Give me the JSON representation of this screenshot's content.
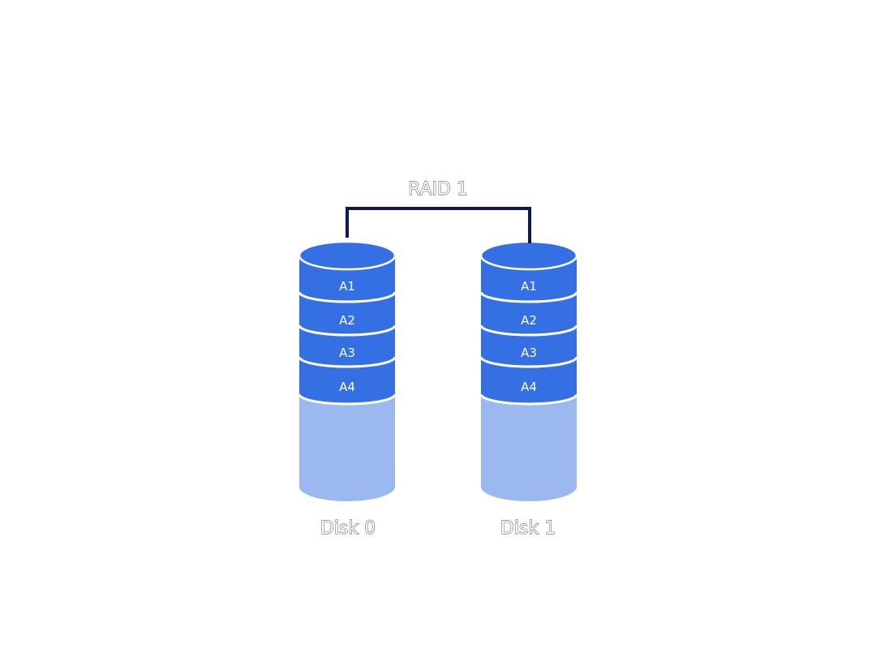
{
  "diagram": {
    "title": "RAID 1",
    "colors": {
      "block_fill": "#3470e4",
      "empty_fill": "#9bb9ee",
      "divider": "#ffffff",
      "connector": "#0d1a52",
      "label_outline": "#3a3a3a"
    },
    "disks": [
      {
        "label": "Disk 0",
        "blocks": [
          "A1",
          "A2",
          "A3",
          "A4"
        ]
      },
      {
        "label": "Disk 1",
        "blocks": [
          "A1",
          "A2",
          "A3",
          "A4"
        ]
      }
    ]
  }
}
